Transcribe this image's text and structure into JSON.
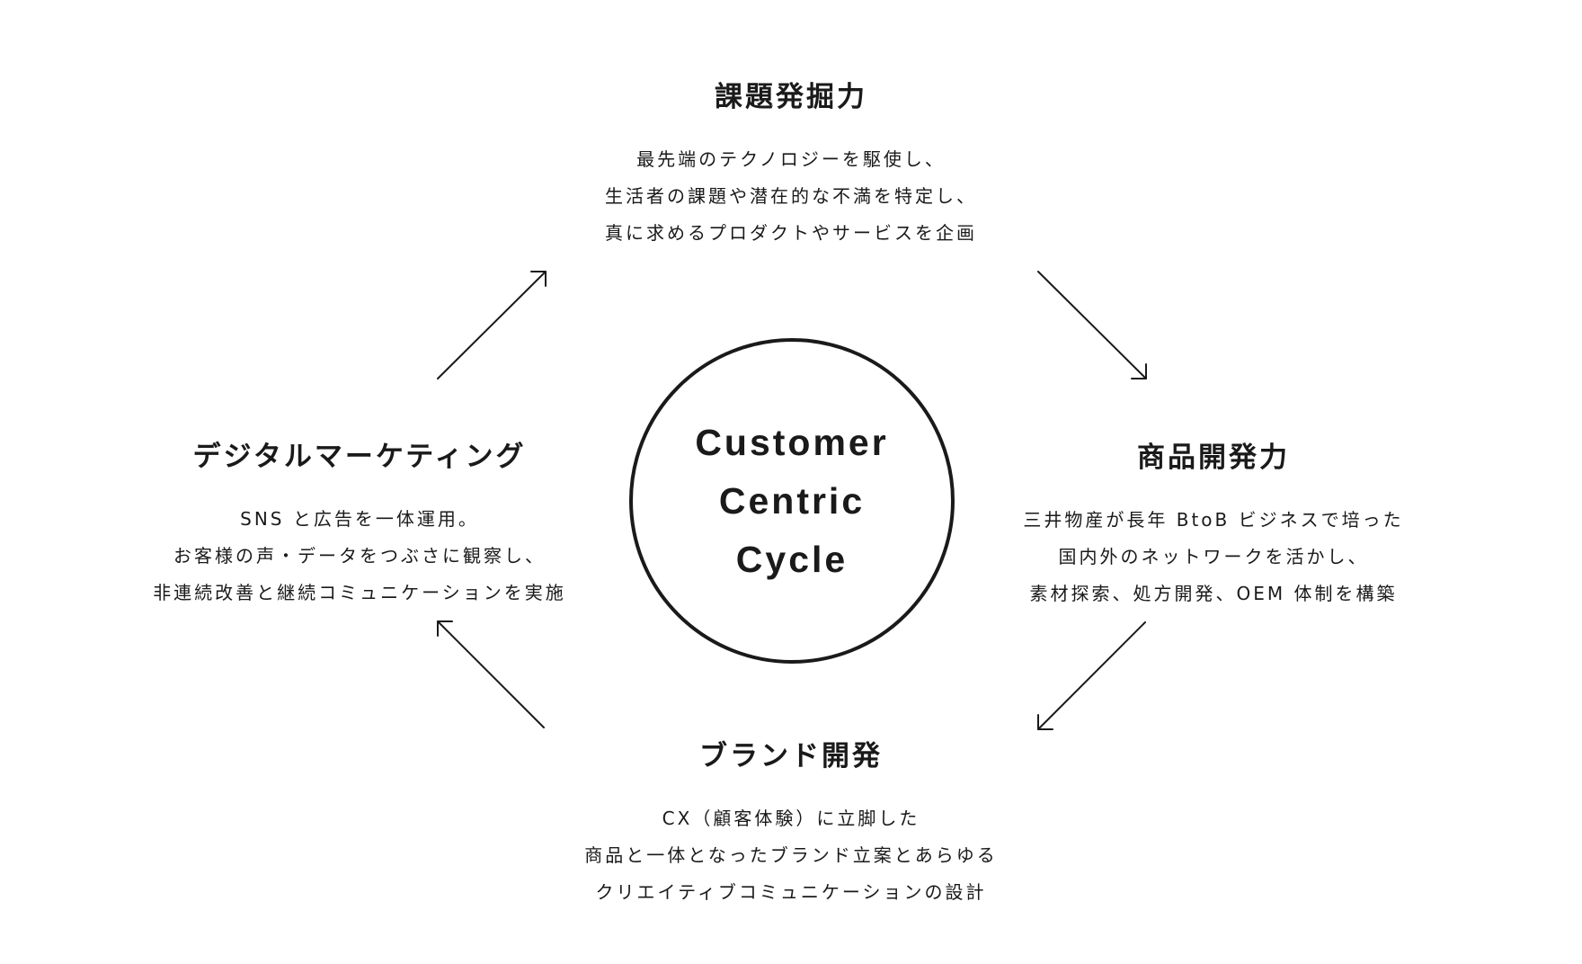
{
  "center": {
    "words": [
      "Customer",
      "Centric",
      "Cycle"
    ]
  },
  "stages": {
    "top": {
      "title": "課題発掘力",
      "lines": [
        "最先端のテクノロジーを駆使し、",
        "生活者の課題や潜在的な不満を特定し、",
        "真に求めるプロダクトやサービスを企画"
      ]
    },
    "right": {
      "title": "商品開発力",
      "lines": [
        "三井物産が長年 BtoB ビジネスで培った",
        "国内外のネットワークを活かし、",
        "素材探索、処方開発、OEM 体制を構築"
      ]
    },
    "bottom": {
      "title": "ブランド開発",
      "lines": [
        "CX（顧客体験）に立脚した",
        "商品と一体となったブランド立案とあらゆる",
        "クリエイティブコミュニケーションの設計"
      ]
    },
    "left": {
      "title": "デジタルマーケティング",
      "lines": [
        "SNS と広告を一体運用。",
        "お客様の声・データをつぶさに観察し、",
        "非連続改善と継続コミュニケーションを実施"
      ]
    }
  },
  "colors": {
    "ink": "#1a1a1a",
    "background": "#ffffff"
  }
}
